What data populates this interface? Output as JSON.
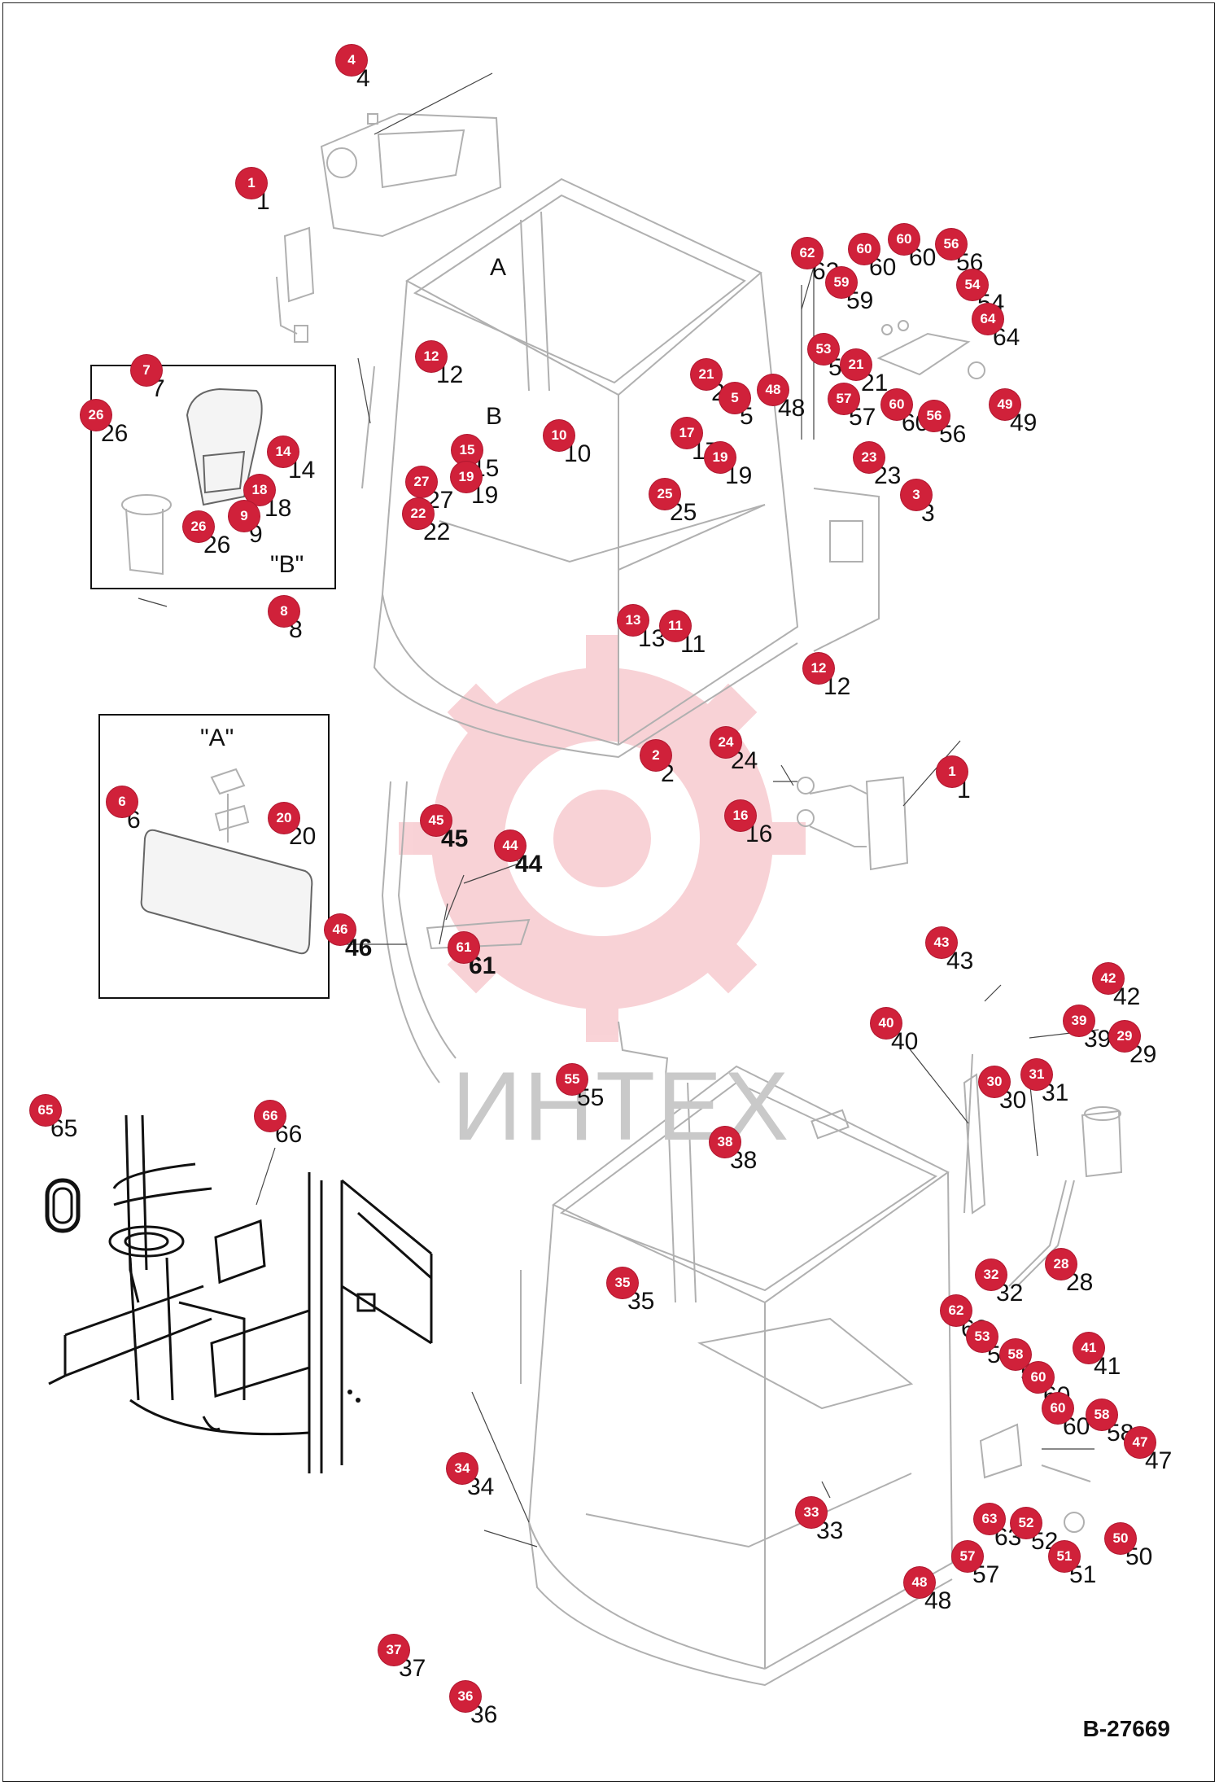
{
  "drawing_id": "B-27669",
  "watermark": "ИНТЕХ",
  "detail_labels": {
    "view_a_marker": "A",
    "view_b_marker": "B",
    "detail_a_title": "\"A\"",
    "detail_b_title": "\"B\""
  },
  "callouts": [
    {
      "n": "4"
    },
    {
      "n": "1"
    },
    {
      "n": "62"
    },
    {
      "n": "60"
    },
    {
      "n": "60"
    },
    {
      "n": "56"
    },
    {
      "n": "59"
    },
    {
      "n": "54"
    },
    {
      "n": "64"
    },
    {
      "n": "53"
    },
    {
      "n": "21"
    },
    {
      "n": "21"
    },
    {
      "n": "5"
    },
    {
      "n": "48"
    },
    {
      "n": "57"
    },
    {
      "n": "60"
    },
    {
      "n": "56"
    },
    {
      "n": "49"
    },
    {
      "n": "12"
    },
    {
      "n": "7"
    },
    {
      "n": "26"
    },
    {
      "n": "14"
    },
    {
      "n": "18"
    },
    {
      "n": "9"
    },
    {
      "n": "26"
    },
    {
      "n": "15"
    },
    {
      "n": "19"
    },
    {
      "n": "27"
    },
    {
      "n": "22"
    },
    {
      "n": "10"
    },
    {
      "n": "17"
    },
    {
      "n": "19"
    },
    {
      "n": "23"
    },
    {
      "n": "3"
    },
    {
      "n": "25"
    },
    {
      "n": "8"
    },
    {
      "n": "13"
    },
    {
      "n": "11"
    },
    {
      "n": "12"
    },
    {
      "n": "2"
    },
    {
      "n": "24"
    },
    {
      "n": "1"
    },
    {
      "n": "6"
    },
    {
      "n": "20"
    },
    {
      "n": "45",
      "bold": true
    },
    {
      "n": "44",
      "bold": true
    },
    {
      "n": "16"
    },
    {
      "n": "46",
      "bold": true
    },
    {
      "n": "61",
      "bold": true
    },
    {
      "n": "43"
    },
    {
      "n": "42"
    },
    {
      "n": "40"
    },
    {
      "n": "39"
    },
    {
      "n": "29"
    },
    {
      "n": "30"
    },
    {
      "n": "31"
    },
    {
      "n": "55"
    },
    {
      "n": "65"
    },
    {
      "n": "66"
    },
    {
      "n": "38"
    },
    {
      "n": "32"
    },
    {
      "n": "28"
    },
    {
      "n": "35"
    },
    {
      "n": "62"
    },
    {
      "n": "53"
    },
    {
      "n": "41"
    },
    {
      "n": "58"
    },
    {
      "n": "60"
    },
    {
      "n": "60"
    },
    {
      "n": "58"
    },
    {
      "n": "47"
    },
    {
      "n": "34"
    },
    {
      "n": "33"
    },
    {
      "n": "63"
    },
    {
      "n": "52"
    },
    {
      "n": "50"
    },
    {
      "n": "57"
    },
    {
      "n": "51"
    },
    {
      "n": "48"
    },
    {
      "n": "37"
    },
    {
      "n": "36"
    }
  ]
}
